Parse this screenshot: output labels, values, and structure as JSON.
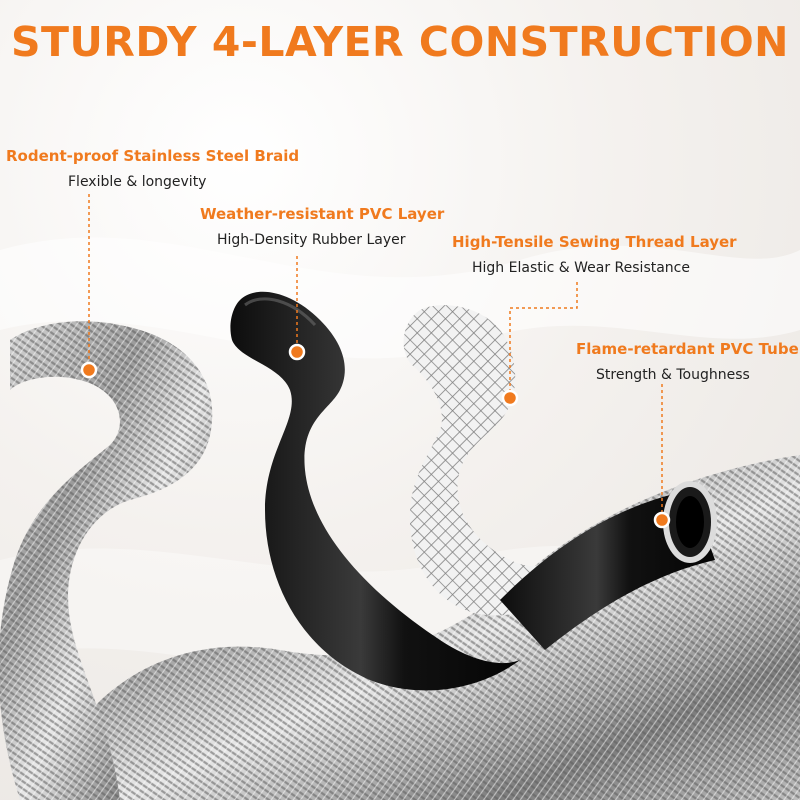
{
  "title": "STURDY 4-LAYER CONSTRUCTION",
  "accent_color": "#f07a1e",
  "callouts": [
    {
      "heading": "Rodent-proof Stainless Steel Braid",
      "detail": "Flexible & longevity"
    },
    {
      "heading": "Weather-resistant PVC Layer",
      "detail": "High-Density Rubber Layer"
    },
    {
      "heading": "High-Tensile Sewing Thread Layer",
      "detail": "High Elastic & Wear Resistance"
    },
    {
      "heading": "Flame-retardant PVC Tube",
      "detail": "Strength & Toughness"
    }
  ]
}
